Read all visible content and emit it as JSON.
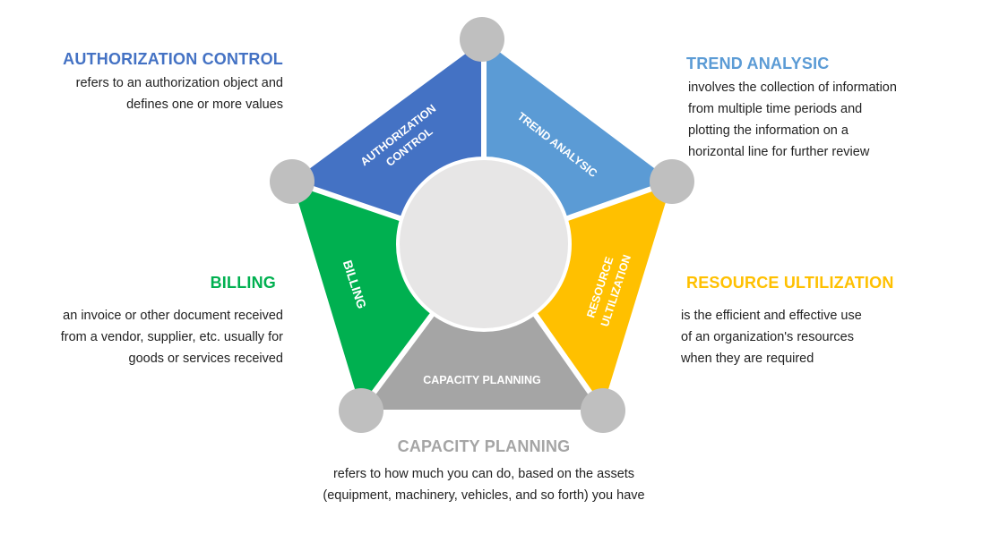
{
  "segments": {
    "authorization": {
      "label_line1": "AUTHORIZATION",
      "label_line2": "CONTROL"
    },
    "trend": {
      "label": "TREND ANALYSIC"
    },
    "resource": {
      "label_line1": "RESOURCE",
      "label_line2": "ULTILIZATION"
    },
    "capacity": {
      "label": "CAPACITY PLANNING"
    },
    "billing": {
      "label": "BILLING"
    }
  },
  "descriptions": {
    "authorization": {
      "title": "AUTHORIZATION CONTROL",
      "lines": [
        "refers to an authorization object and",
        "defines one or more values"
      ]
    },
    "trend": {
      "title": "TREND ANALYSIC",
      "lines": [
        "involves the collection of information",
        "from multiple time periods and",
        "plotting the information on a",
        "horizontal line for further review"
      ]
    },
    "billing": {
      "title": "BILLING",
      "lines": [
        "an invoice or other document received",
        "from a vendor, supplier, etc. usually for",
        "goods or services received"
      ]
    },
    "resource": {
      "title": "RESOURCE ULTILIZATION",
      "lines": [
        "is the efficient and effective use",
        "of an organization's resources",
        "when they are required"
      ]
    },
    "capacity": {
      "title": "CAPACITY PLANNING",
      "lines": [
        "refers to how much you can do, based on the assets",
        "(equipment, machinery, vehicles, and so forth) you have"
      ]
    }
  },
  "colors": {
    "authorization": "#4472C4",
    "trend": "#5B9BD5",
    "resource": "#FFC000",
    "capacity": "#A5A5A5",
    "billing": "#00B050",
    "vertex": "#BFBFBF",
    "center": "#E7E6E6"
  }
}
